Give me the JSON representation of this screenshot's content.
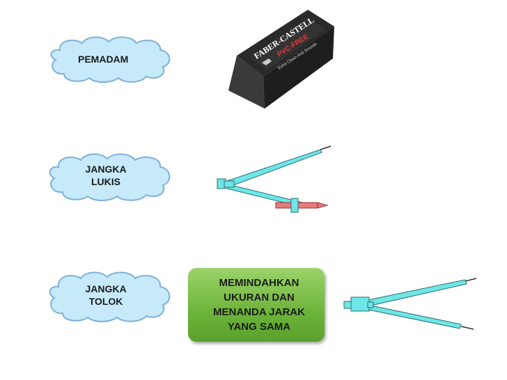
{
  "items": [
    {
      "label": "PEMADAM"
    },
    {
      "label": "JANGKA\nLUKIS"
    },
    {
      "label": "JANGKA\nTOLOK"
    }
  ],
  "description_box": {
    "text": "MEMINDAHKAN\nUKURAN DAN\nMENANDA JARAK\nYANG SAMA"
  },
  "eraser": {
    "brand": "FABER-CASTELL",
    "line": "PVC-FREE",
    "tagline": "Extra Clean And Smooth"
  },
  "colors": {
    "cloud_fill": "#c6eafa",
    "cloud_stroke": "#7fb0d8",
    "tool_fill": "#6fe6e8",
    "box_green": "#7cc24a",
    "pencil": "#e87a7a"
  }
}
